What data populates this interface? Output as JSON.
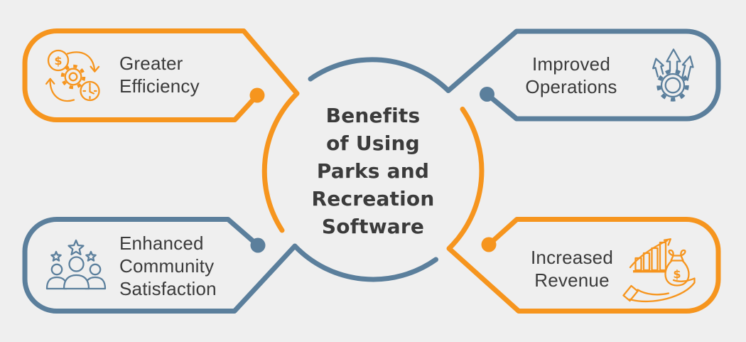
{
  "background_color": "#EFEFEF",
  "palette": {
    "orange": "#F6951E",
    "blue": "#5B7F9C",
    "text": "#3B3B3B"
  },
  "title": {
    "lines": [
      "Benefits",
      "of Using",
      "Parks and",
      "Recreation",
      "Software"
    ]
  },
  "benefits": [
    {
      "name": "greater-efficiency",
      "position": "top-left",
      "accent": "#F6951E",
      "icon": "dollar-gear-clock-cycle-icon",
      "lines": [
        "Greater",
        "Efficiency"
      ]
    },
    {
      "name": "improved-operations",
      "position": "top-right",
      "accent": "#5B7F9C",
      "icon": "gear-up-arrows-icon",
      "lines": [
        "Improved",
        "Operations"
      ]
    },
    {
      "name": "enhanced-community-satisfaction",
      "position": "bottom-left",
      "accent": "#5B7F9C",
      "icon": "people-stars-icon",
      "lines": [
        "Enhanced",
        "Community",
        "Satisfaction"
      ]
    },
    {
      "name": "increased-revenue",
      "position": "bottom-right",
      "accent": "#F6951E",
      "icon": "growth-chart-money-bag-hand-icon",
      "lines": [
        "Increased",
        "Revenue"
      ]
    }
  ],
  "icon_symbols": {
    "coin_dollar": "$",
    "money_bag_dollar": "$"
  }
}
